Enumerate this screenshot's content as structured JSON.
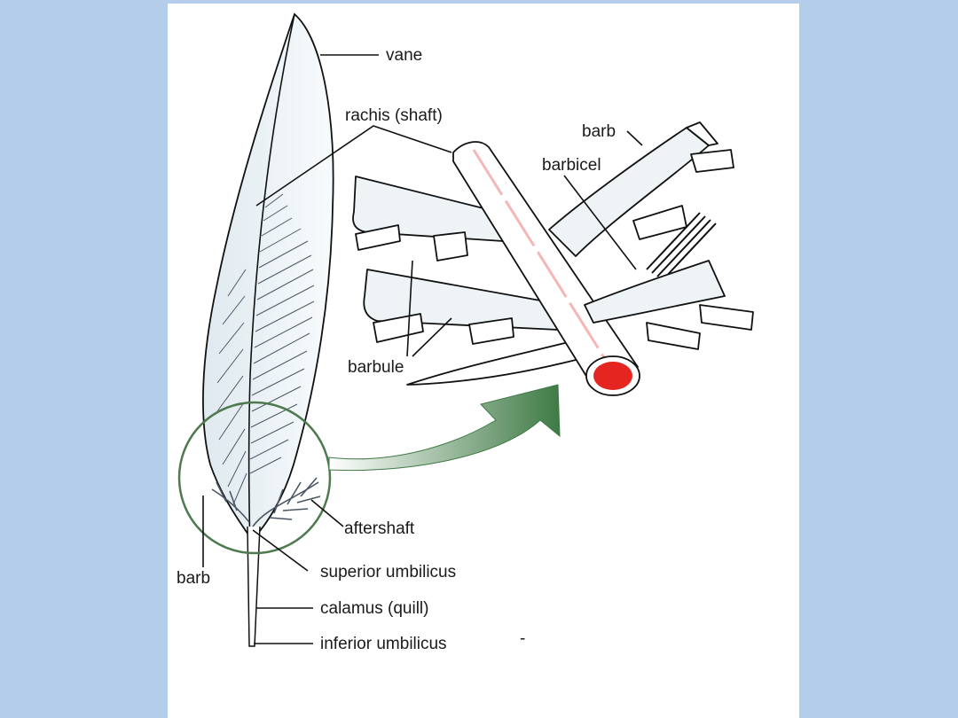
{
  "diagram": {
    "labels": {
      "vane": "vane",
      "rachis": "rachis (shaft)",
      "barb_detail": "barb",
      "barbicel": "barbicel",
      "barbule": "barbule",
      "aftershaft": "aftershaft",
      "barb_feather": "barb",
      "superior_umbilicus": "superior umbilicus",
      "calamus": "calamus (quill)",
      "inferior_umbilicus": "inferior umbilicus",
      "stray_mark": "-"
    },
    "colors": {
      "background": "#b3cdea",
      "panel": "#ffffff",
      "magnify_circle": "#4f7a4f",
      "arrow_start": "#ffffff",
      "arrow_end": "#3f7a45",
      "rachis_core": "#e5251f",
      "rachis_stripe": "#f4b6b6"
    }
  }
}
